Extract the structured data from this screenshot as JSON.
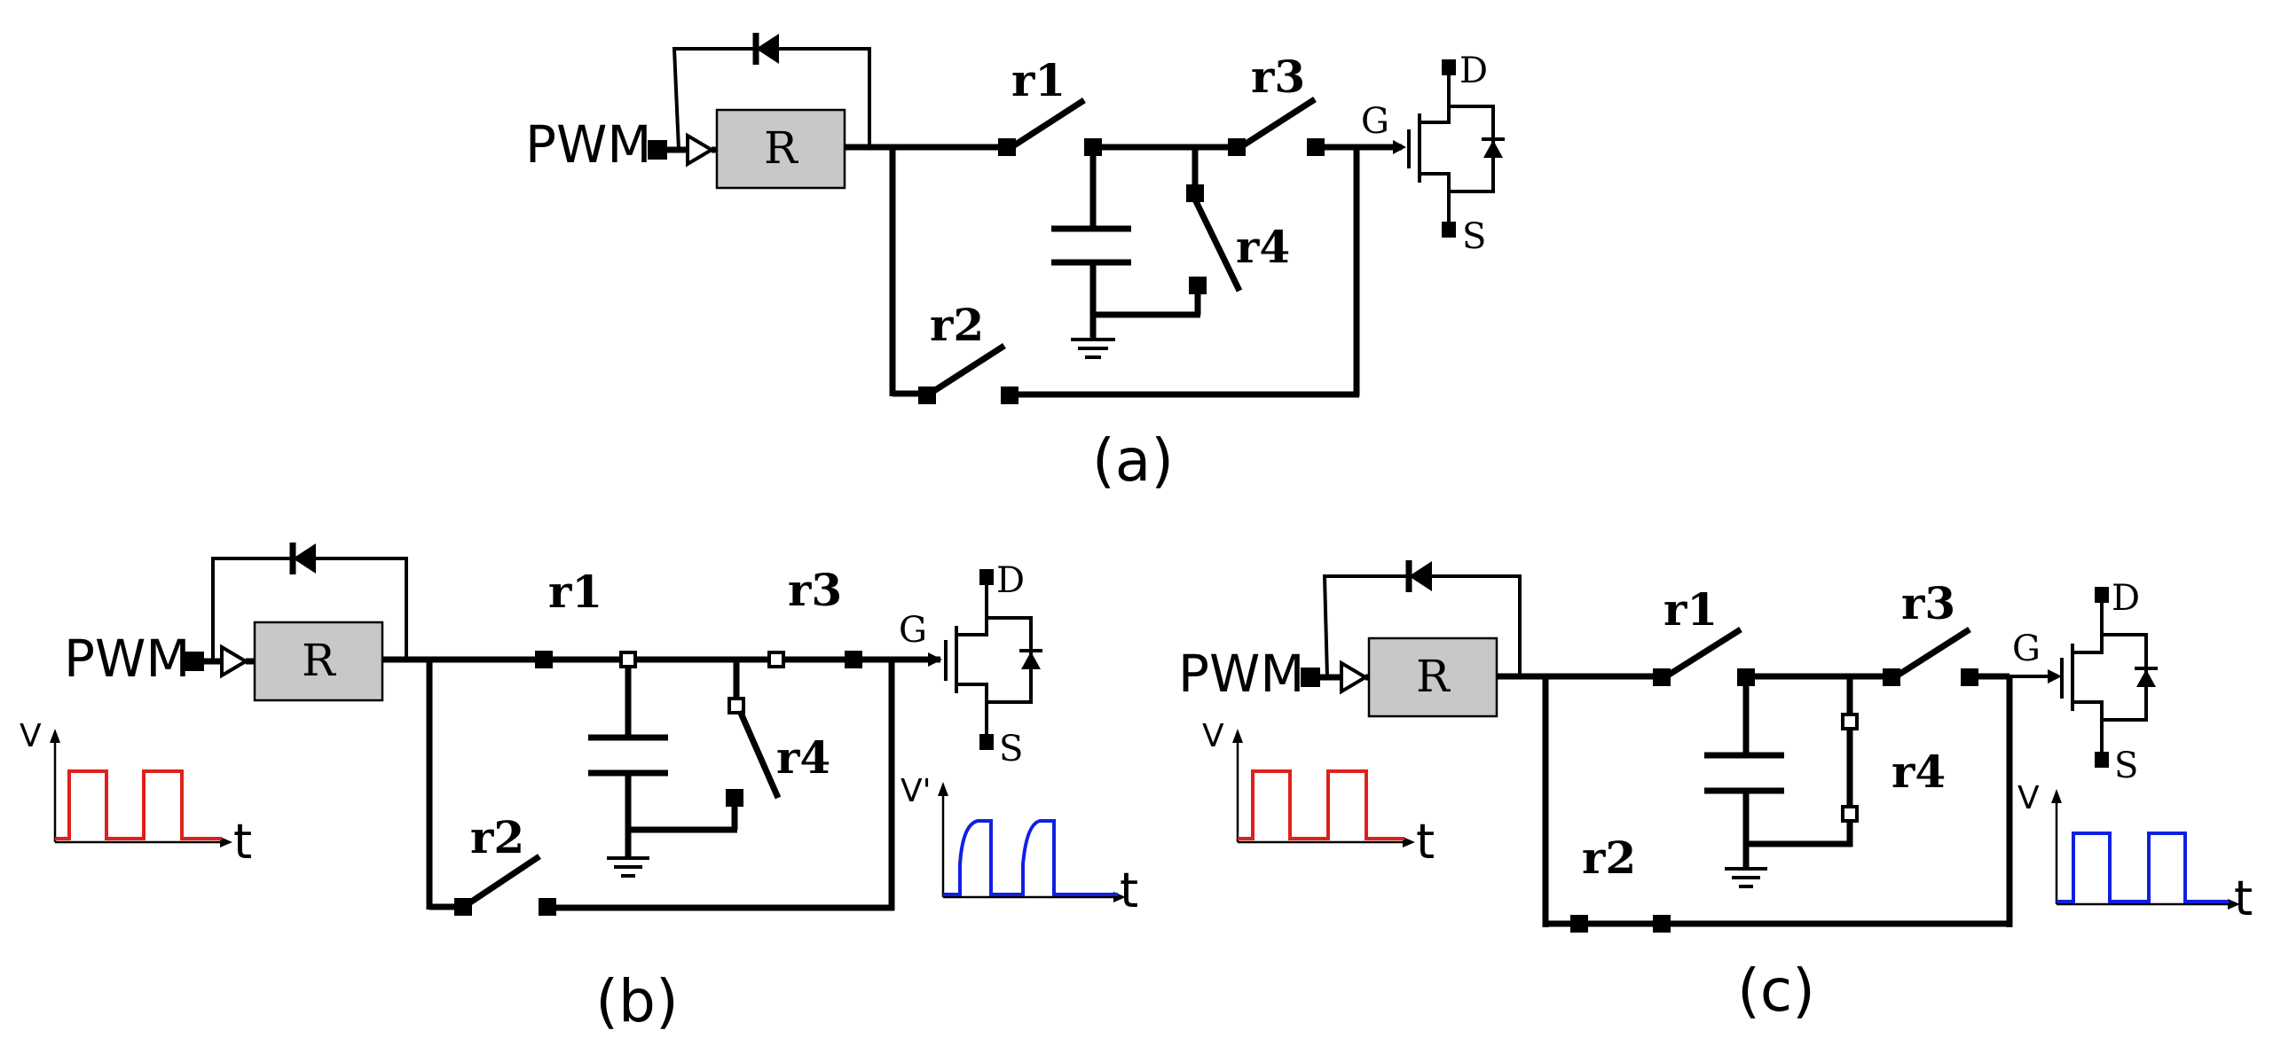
{
  "panels": [
    {
      "caption": "(a)",
      "pwm": "PWM",
      "resistor": "R",
      "switches": [
        "r1",
        "r2",
        "r3",
        "r4"
      ],
      "mosfet": {
        "gate": "G",
        "drain": "D",
        "source": "S"
      }
    },
    {
      "caption": "(b)",
      "pwm": "PWM",
      "resistor": "R",
      "switches": [
        "r1",
        "r2",
        "r3",
        "r4"
      ],
      "mosfet": {
        "gate": "G",
        "drain": "D",
        "source": "S"
      },
      "input_plot": {
        "ylabel": "V",
        "xlabel": "t"
      },
      "output_plot": {
        "ylabel": "V'",
        "xlabel": "t"
      }
    },
    {
      "caption": "(c)",
      "pwm": "PWM",
      "resistor": "R",
      "switches": [
        "r1",
        "r2",
        "r3",
        "r4"
      ],
      "mosfet": {
        "gate": "G",
        "drain": "D",
        "source": "S"
      },
      "input_plot": {
        "ylabel": "V",
        "xlabel": "t"
      },
      "output_plot": {
        "ylabel": "V",
        "xlabel": "t"
      }
    }
  ],
  "colors": {
    "input_wave": "#e0201b",
    "output_wave": "#1020e0",
    "resistor_fill": "#c8c8c8"
  }
}
